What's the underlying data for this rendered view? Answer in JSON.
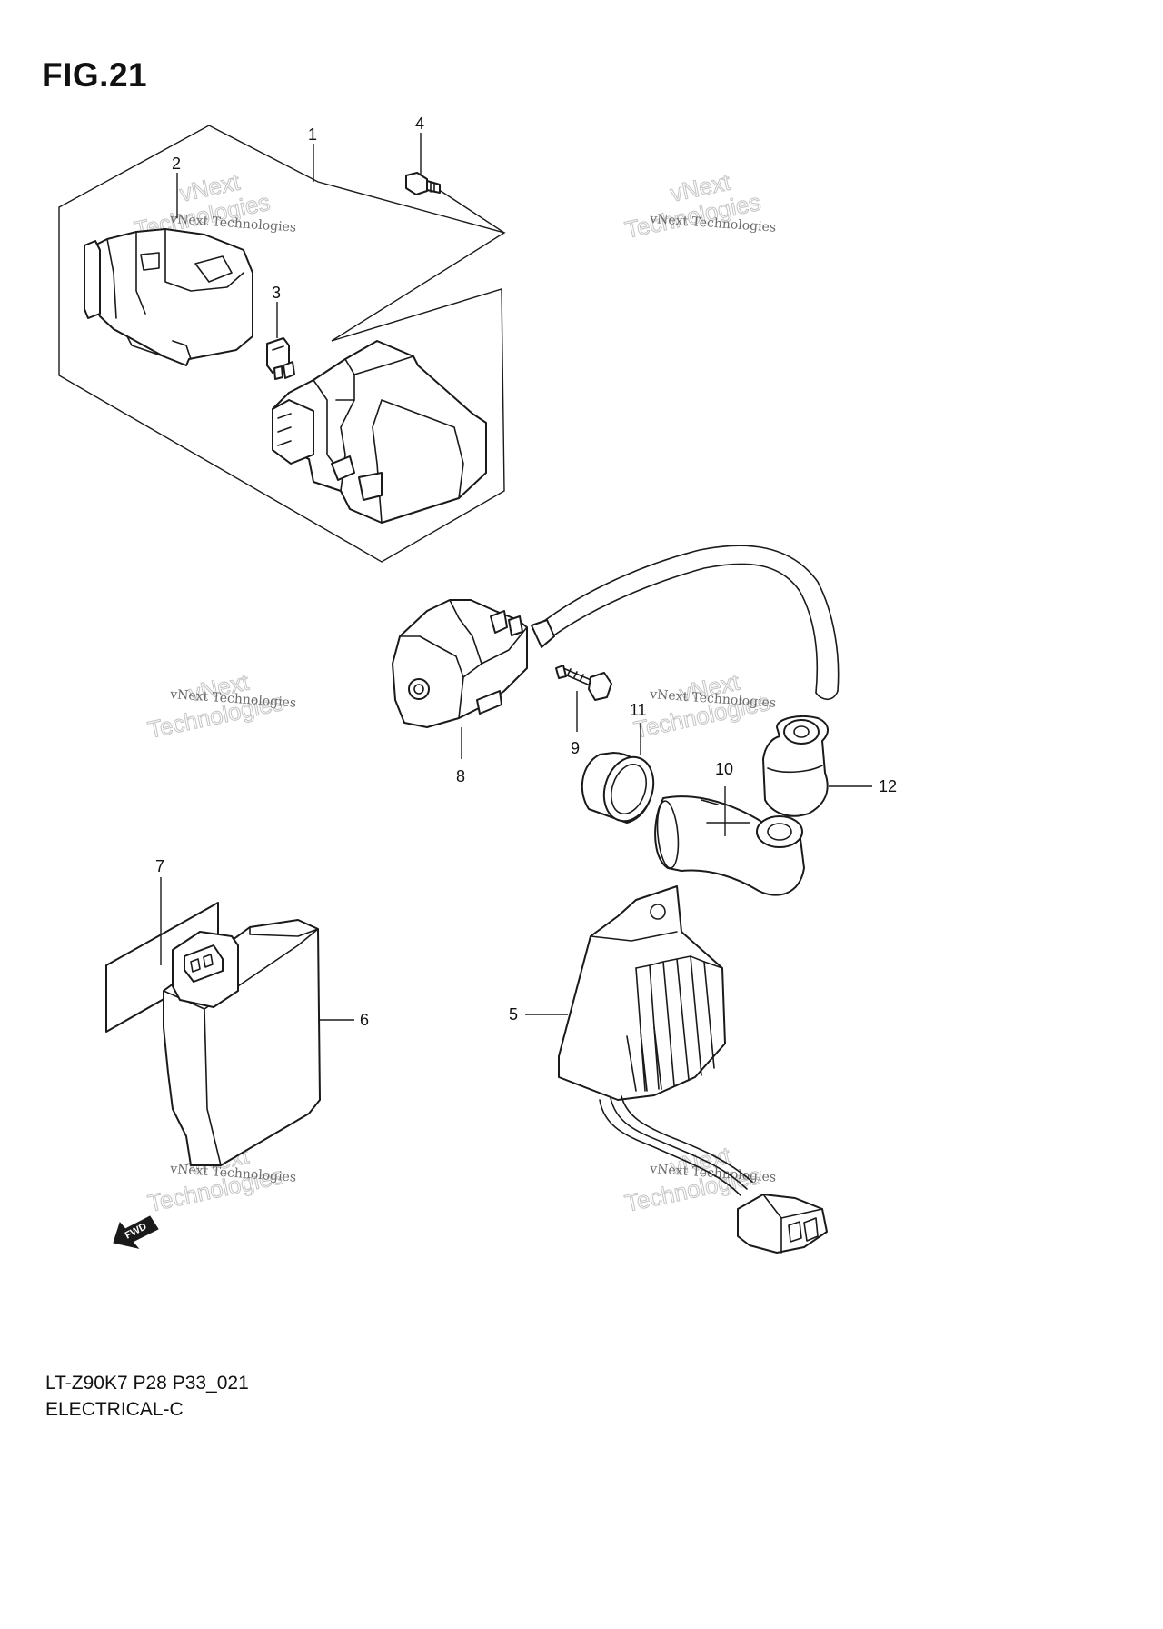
{
  "figure": {
    "title": "FIG.21",
    "code": "LT-Z90K7 P28 P33_021",
    "section": "ELECTRICAL-C"
  },
  "callouts": [
    "1",
    "2",
    "3",
    "4",
    "5",
    "6",
    "7",
    "8",
    "9",
    "10",
    "11",
    "12"
  ],
  "fwd_label": "FWD",
  "watermark": {
    "line1": "vNext Technologies",
    "line2": "vNext",
    "line3": "Technologies"
  }
}
